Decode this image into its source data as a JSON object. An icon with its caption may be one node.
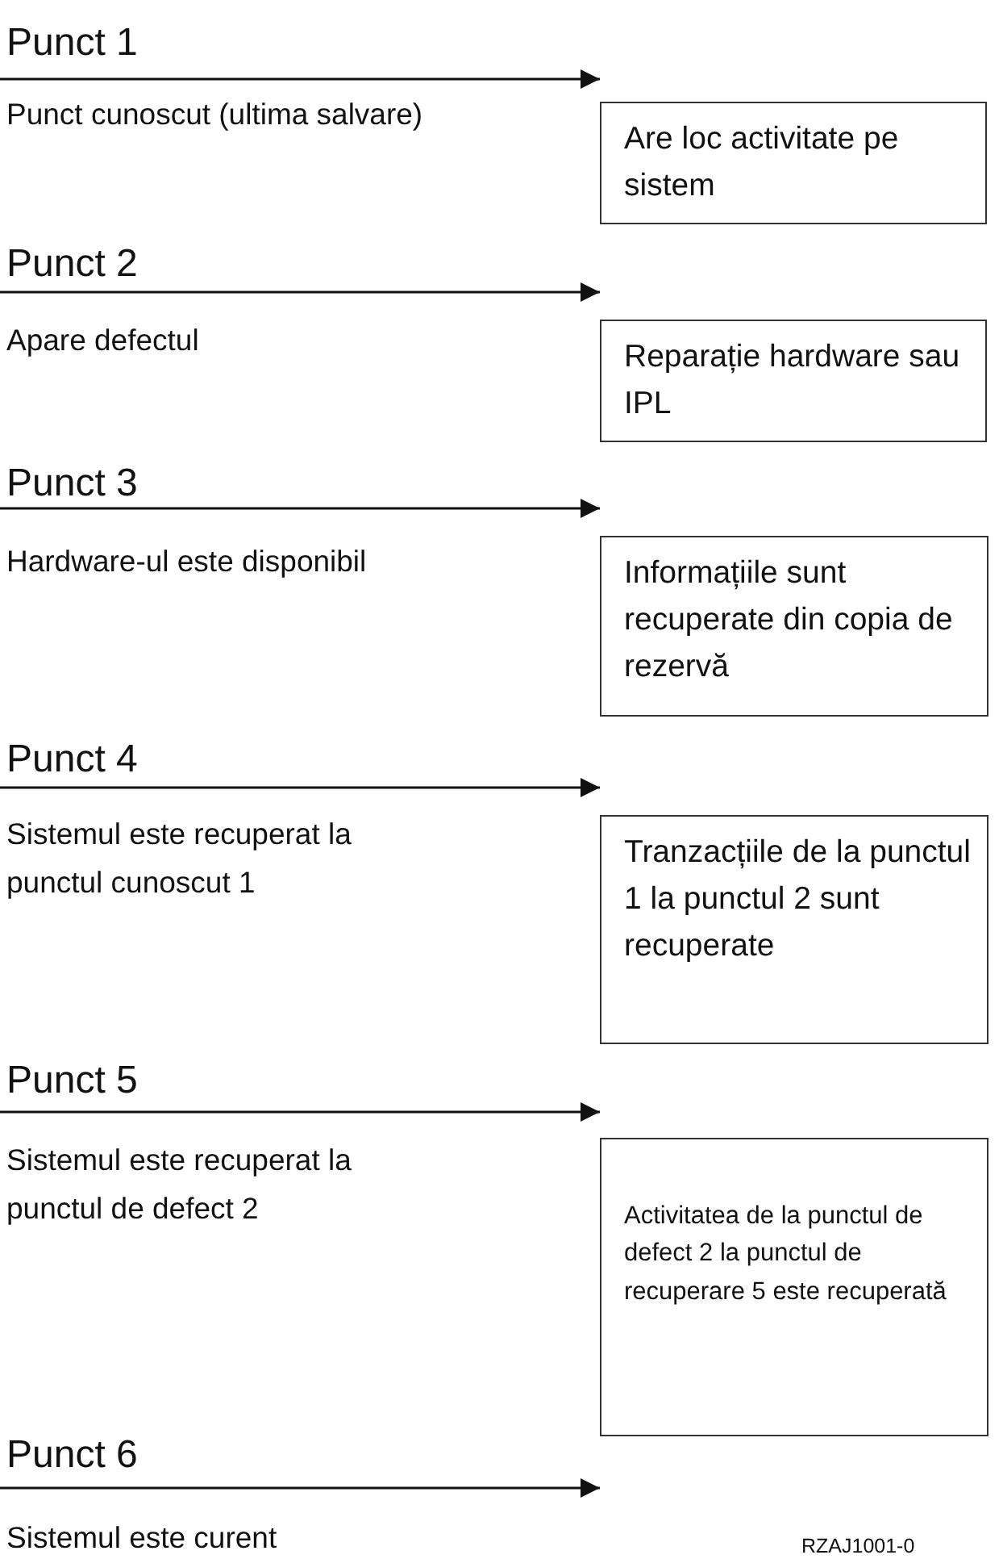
{
  "diagram": {
    "nodes": [
      {
        "text": [
          "Are loc activitate pe sistem"
        ]
      },
      {
        "text": [
          "Reparație hardware sau IPL"
        ]
      },
      {
        "text": [
          "Informațiile sunt recuperate din copia de rezervă"
        ]
      },
      {
        "text": [
          "Tranzacțiile de la punctul 1 la punctul 2 sunt recuperate"
        ]
      },
      {
        "text": [
          "Activitatea de la punctul de defect 2 la punctul de recuperare 5 este recuperată"
        ]
      }
    ],
    "labels": [
      "Punct 1",
      "Punct cunoscut (ultima salvare)",
      "Punct 2",
      "Apare defectul",
      "Punct 3",
      "Hardware-ul este disponibil",
      "Punct 4",
      "Sistemul este recuperat la punctul cunoscut 1",
      "Punct 5",
      "Sistemul este recuperat la punctul de defect 2",
      "Punct 6",
      "Sistemul este curent",
      "RZAJ1001-0"
    ]
  }
}
